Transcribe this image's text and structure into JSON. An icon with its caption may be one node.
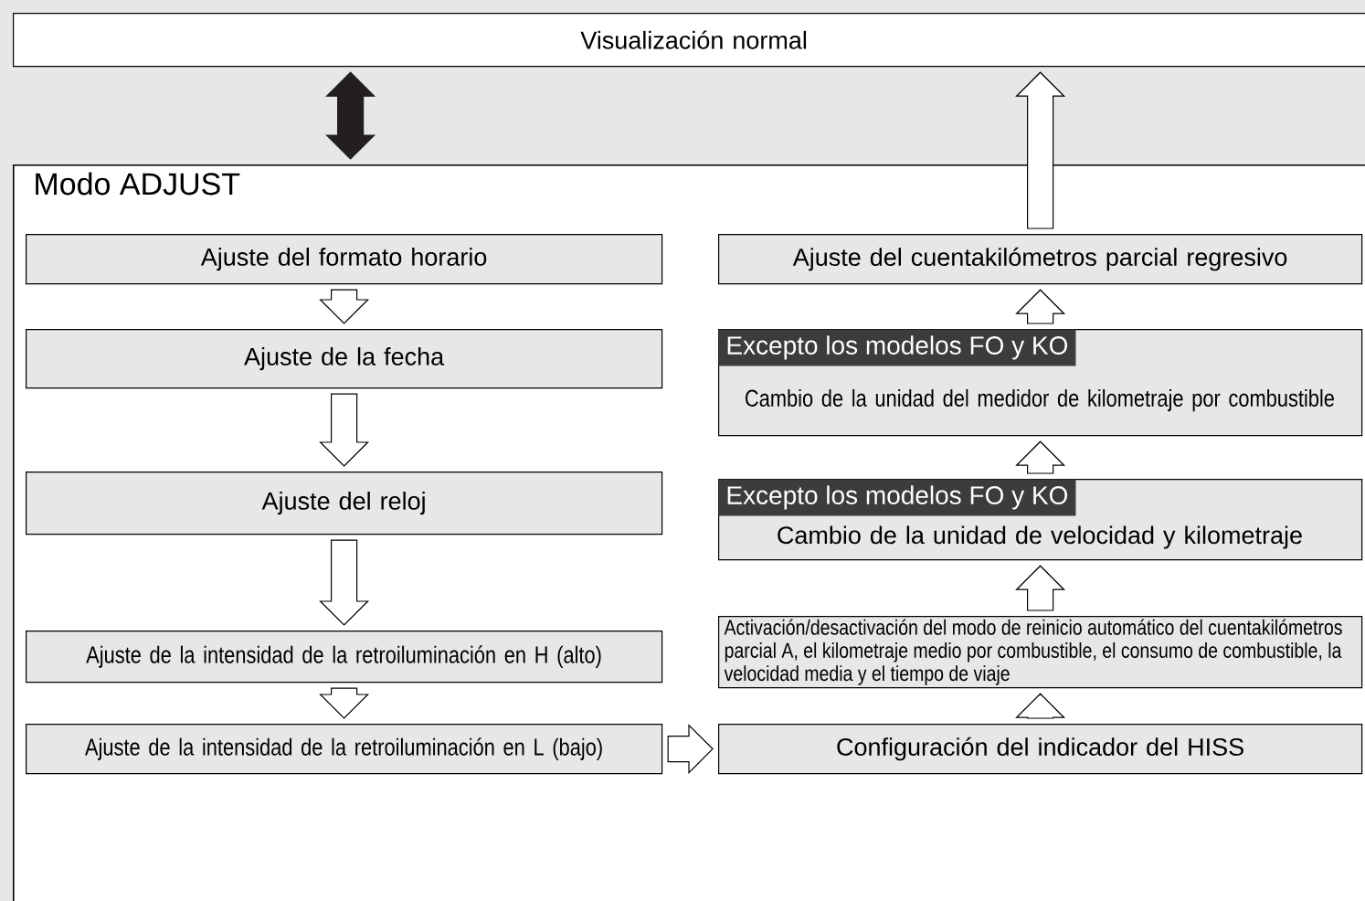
{
  "diagram": {
    "nodes": [
      {
        "text": [
          "Visualización normal"
        ]
      },
      {
        "text": [
          "Modo ADJUST"
        ]
      },
      {
        "text": [
          "Ajuste del formato horario"
        ],
        "in": 1
      },
      {
        "text": [
          "Ajuste de la fecha"
        ],
        "in": 1
      },
      {
        "text": [
          "Ajuste del reloj"
        ],
        "in": 1
      },
      {
        "text": [
          "Ajuste de la intensidad de la retroiluminación en H (alto)"
        ],
        "in": 1
      },
      {
        "text": [
          "Ajuste de la intensidad de la retroiluminación en L (bajo)"
        ],
        "in": 1
      },
      {
        "text": [
          "Configuración del indicador del HISS"
        ],
        "in": 1
      },
      {
        "text": [
          "Activación/desactivación del modo de reinicio automático del cuentakilómetros parcial A, el kilometraje medio por combustible, el consumo de combustible, la velocidad media y el tiempo de viaje"
        ],
        "in": 1
      },
      {
        "text": [
          "Excepto los modelos FO y KO",
          "Cambio de la unidad de velocidad y kilometraje"
        ],
        "in": 1
      },
      {
        "text": [
          "Excepto los modelos FO y KO",
          "Cambio de la unidad del medidor de kilometraje por combustible"
        ],
        "in": 1
      },
      {
        "text": [
          "Ajuste del cuentakilómetros parcial regresivo"
        ],
        "in": 1
      }
    ],
    "edges": [
      {
        "from": 0,
        "to": 1,
        "arrow": "both",
        "color": "#231f20"
      },
      {
        "from": 2,
        "to": 3,
        "arrow": "to"
      },
      {
        "from": 3,
        "to": 4,
        "arrow": "to"
      },
      {
        "from": 4,
        "to": 5,
        "arrow": "to"
      },
      {
        "from": 5,
        "to": 6,
        "arrow": "to"
      },
      {
        "from": 6,
        "to": 7,
        "arrow": "to"
      },
      {
        "from": 7,
        "to": 8,
        "arrow": "to"
      },
      {
        "from": 8,
        "to": 9,
        "arrow": "to"
      },
      {
        "from": 9,
        "to": 10,
        "arrow": "to"
      },
      {
        "from": 10,
        "to": 11,
        "arrow": "to"
      },
      {
        "from": 11,
        "to": 0,
        "arrow": "to"
      }
    ]
  }
}
